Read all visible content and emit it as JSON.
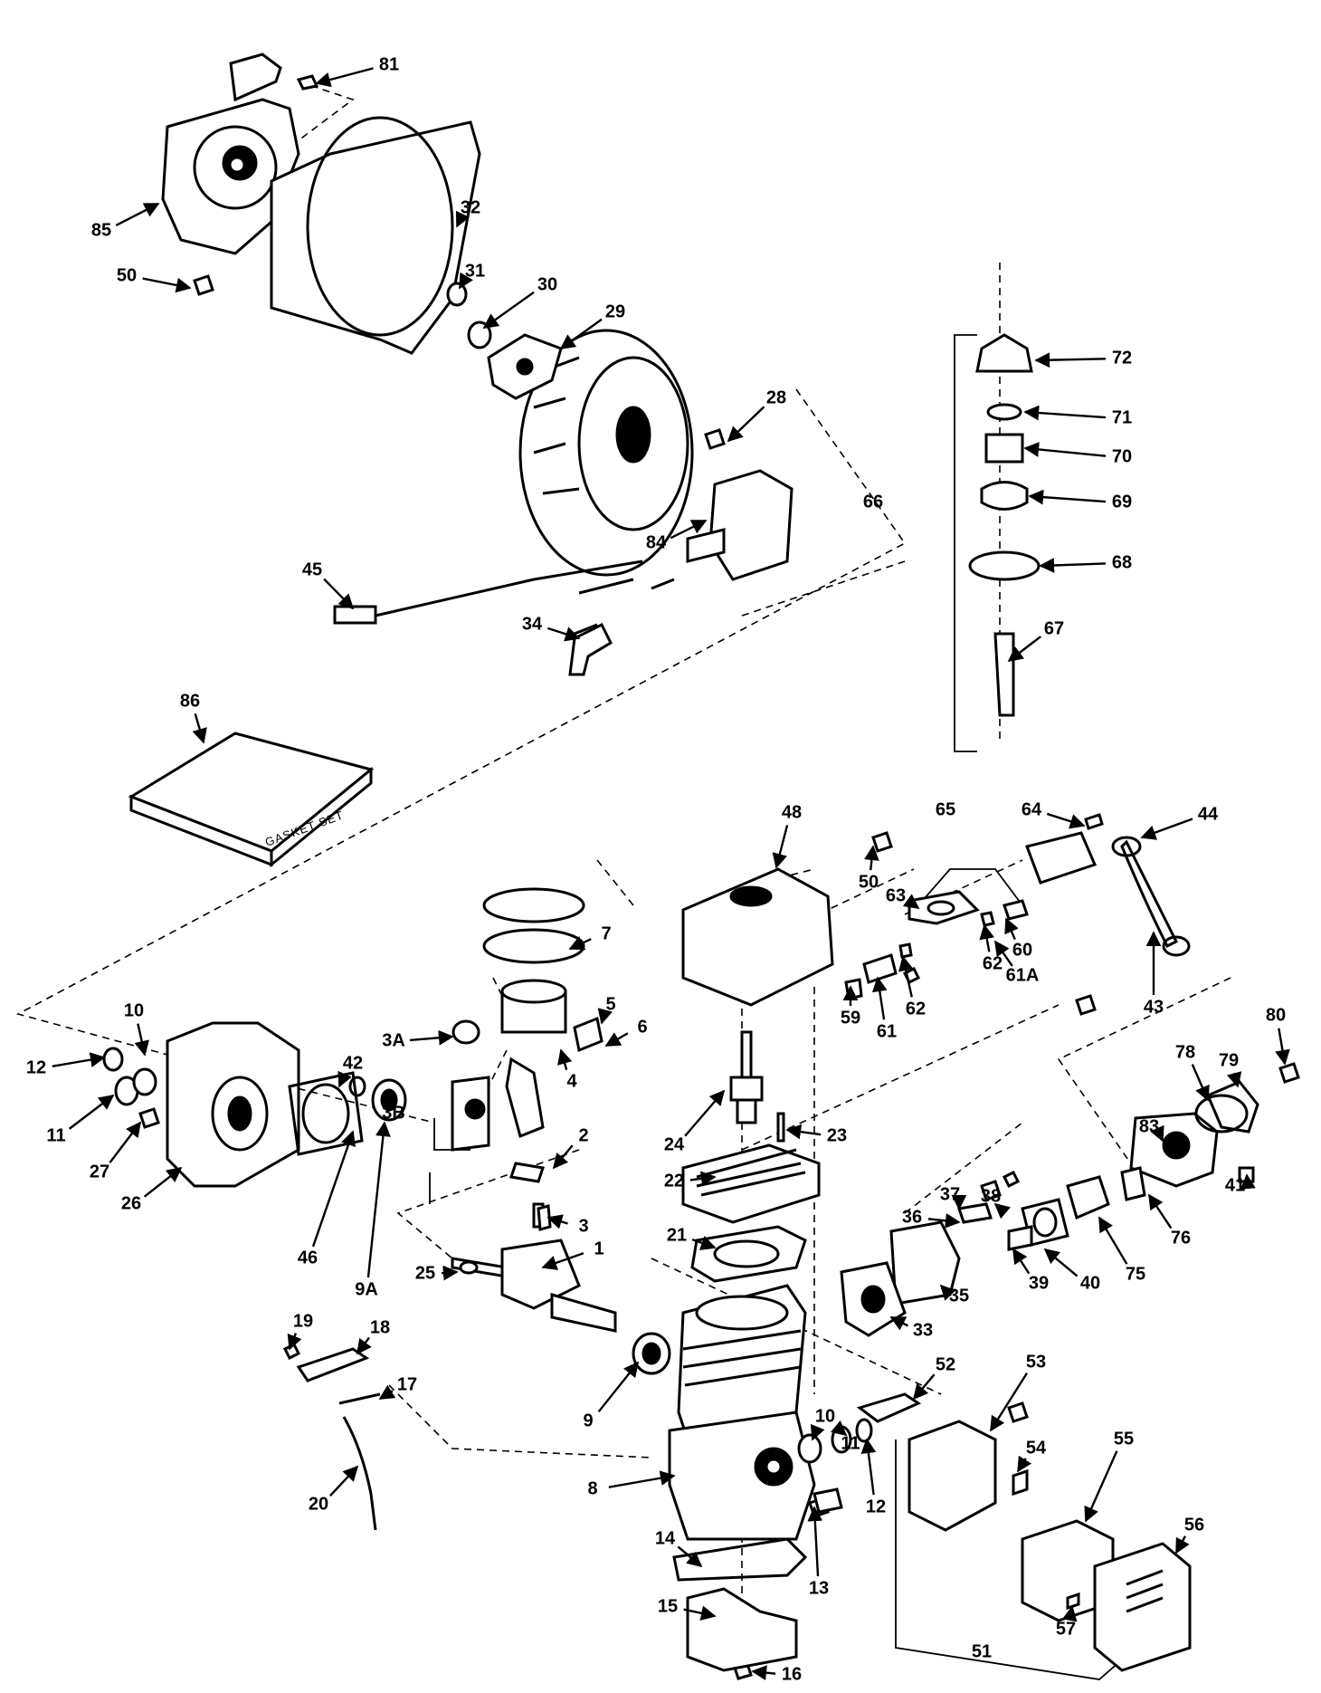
{
  "diagram": {
    "ink_color": "#000000",
    "background_color": "#ffffff",
    "box_text": "GASKET SET",
    "labels": [
      "81",
      "85",
      "32",
      "50",
      "31",
      "30",
      "29",
      "28",
      "72",
      "71",
      "70",
      "69",
      "66",
      "68",
      "67",
      "84",
      "45",
      "34",
      "86",
      "48",
      "50",
      "65",
      "64",
      "44",
      "63",
      "60",
      "62",
      "61A",
      "62",
      "43",
      "7",
      "5",
      "6",
      "3A",
      "4",
      "59",
      "61",
      "80",
      "79",
      "78",
      "12",
      "10",
      "11",
      "27",
      "26",
      "42",
      "3B",
      "2",
      "24",
      "23",
      "22",
      "83",
      "41",
      "3",
      "21",
      "37",
      "38",
      "36",
      "39",
      "40",
      "75",
      "76",
      "46",
      "9A",
      "25",
      "1",
      "35",
      "33",
      "19",
      "18",
      "17",
      "20",
      "9",
      "8",
      "10",
      "11",
      "12",
      "52",
      "53",
      "54",
      "55",
      "56",
      "14",
      "13",
      "15",
      "51",
      "57",
      "16"
    ]
  }
}
